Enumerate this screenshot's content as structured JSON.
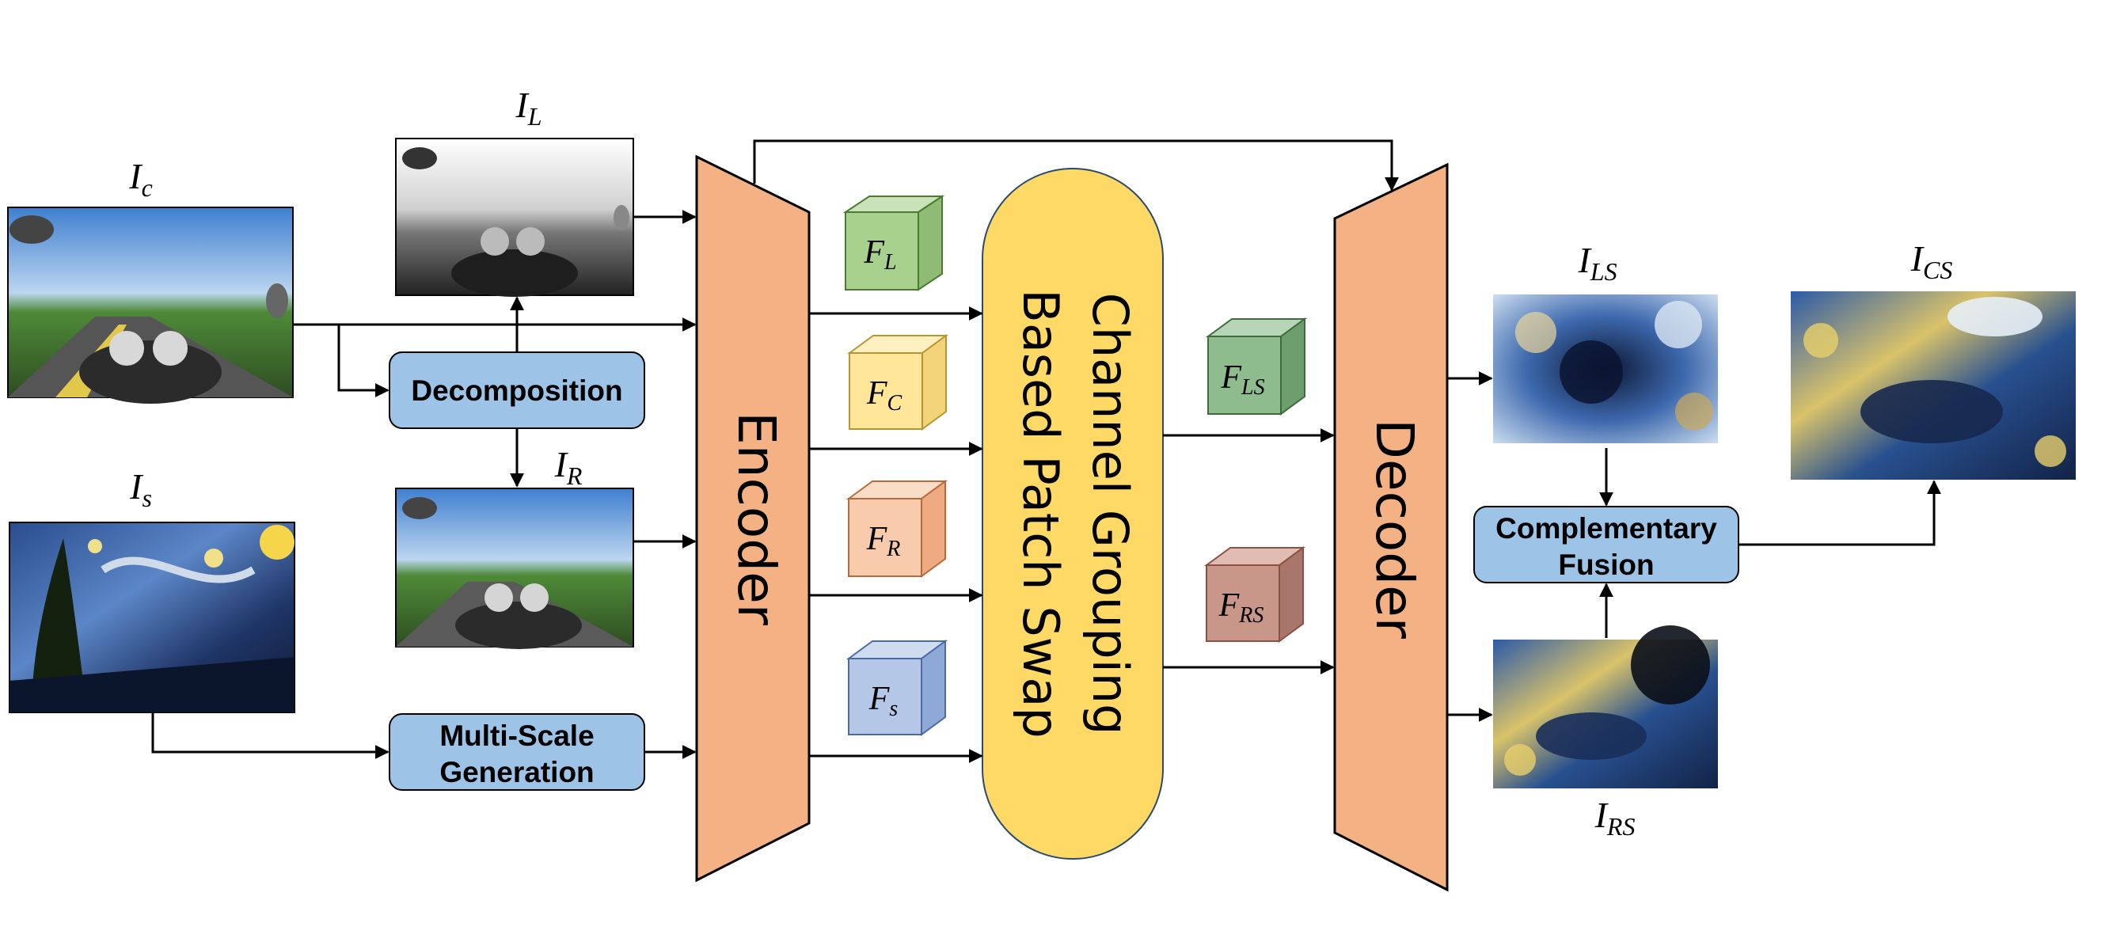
{
  "images": {
    "content": {
      "symbol": "I",
      "sub": "c"
    },
    "style": {
      "symbol": "I",
      "sub": "s"
    },
    "illumination": {
      "symbol": "I",
      "sub": "L"
    },
    "reflectance": {
      "symbol": "I",
      "sub": "R"
    },
    "ls_result": {
      "symbol": "I",
      "sub": "LS"
    },
    "rs_result": {
      "symbol": "I",
      "sub": "RS"
    },
    "cs_result": {
      "symbol": "I",
      "sub": "CS"
    }
  },
  "modules": {
    "decomposition": "Decomposition",
    "multiscale_line1": "Multi-Scale",
    "multiscale_line2": "Generation",
    "encoder": "Encoder",
    "decoder": "Decoder",
    "swap_line1": "Channel Grouping",
    "swap_line2": "Based Patch Swap",
    "fusion_line1": "Complementary",
    "fusion_line2": "Fusion"
  },
  "features": {
    "fl": {
      "symbol": "F",
      "sub": "L"
    },
    "fc": {
      "symbol": "F",
      "sub": "C"
    },
    "fr": {
      "symbol": "F",
      "sub": "R"
    },
    "fs": {
      "symbol": "F",
      "sub": "s"
    },
    "fls": {
      "symbol": "F",
      "sub": "LS"
    },
    "frs": {
      "symbol": "F",
      "sub": "RS"
    }
  },
  "colors": {
    "encoder": "#F4B183",
    "module_box": "#9DC3E6",
    "swap": "#FFD966",
    "cube_green": "#A9D18E",
    "cube_yellow": "#FFE699",
    "cube_orange": "#F8CBAD",
    "cube_blue": "#B4C7E7",
    "cube_darkgreen": "#8FBC8F",
    "cube_brown": "#C9968A"
  }
}
